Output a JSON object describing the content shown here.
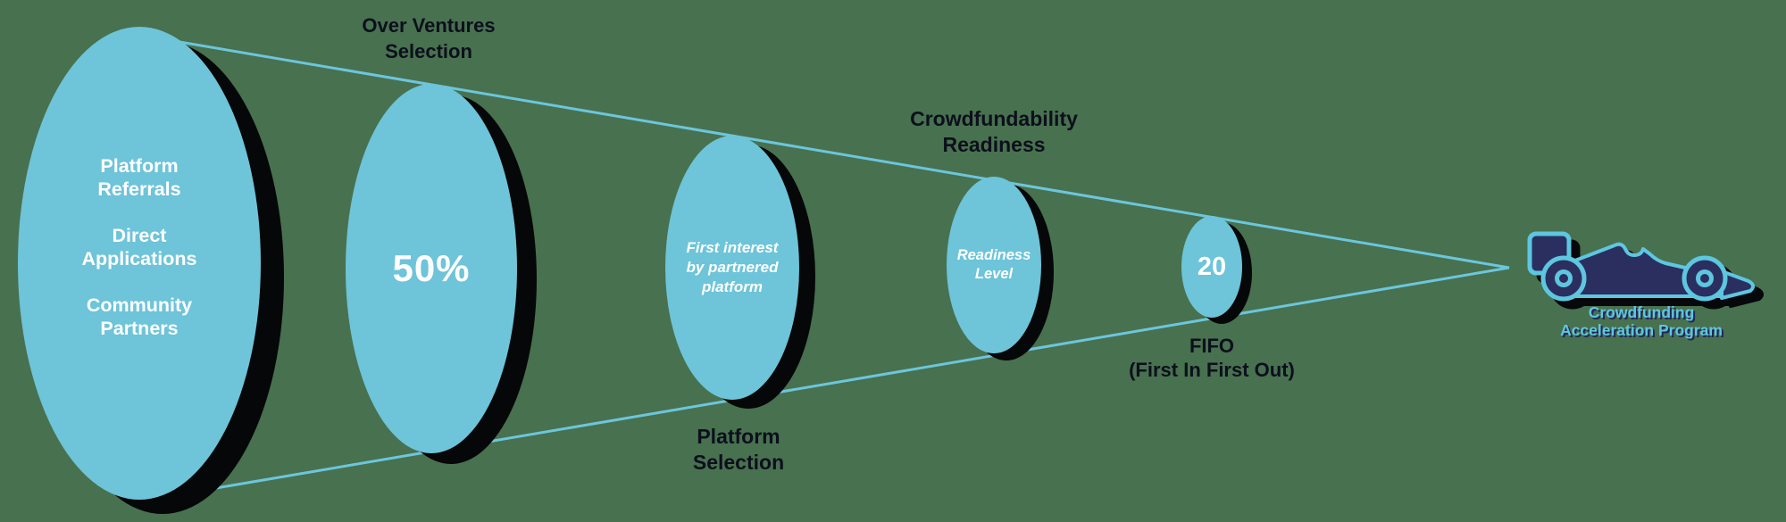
{
  "palette": {
    "background": "#48714f",
    "ellipse_fill": "#6ec4d9",
    "funnel_line": "#6cc6dd",
    "shadow": "#060708",
    "label_dark": "#0c0f1c",
    "ellipse_text": "#ffffff",
    "car_body": "#2b2f60",
    "car_outline": "#5ec7e0",
    "program_label_color": "#5ec7e0"
  },
  "funnel": {
    "stages": [
      {
        "name": "intake-sources",
        "ellipse_text": "Platform\nReferrals\n\nDirect\nApplications\n\nCommunity\nPartners"
      },
      {
        "name": "over-ventures-selection",
        "ellipse_text": "50%",
        "label": "Over Ventures\nSelection",
        "label_position": "above"
      },
      {
        "name": "platform-selection",
        "ellipse_text": "First interest\nby partnered\nplatform",
        "label": "Platform\nSelection",
        "label_position": "below"
      },
      {
        "name": "crowdfundability-readiness",
        "ellipse_text": "Readiness\nLevel",
        "label": "Crowdfundability\nReadiness",
        "label_position": "above"
      },
      {
        "name": "fifo",
        "ellipse_text": "20",
        "label": "FIFO\n(First In First Out)",
        "label_position": "below"
      }
    ]
  },
  "program": {
    "icon": "race-car-icon",
    "label": "Crowdfunding\nAcceleration Program"
  }
}
